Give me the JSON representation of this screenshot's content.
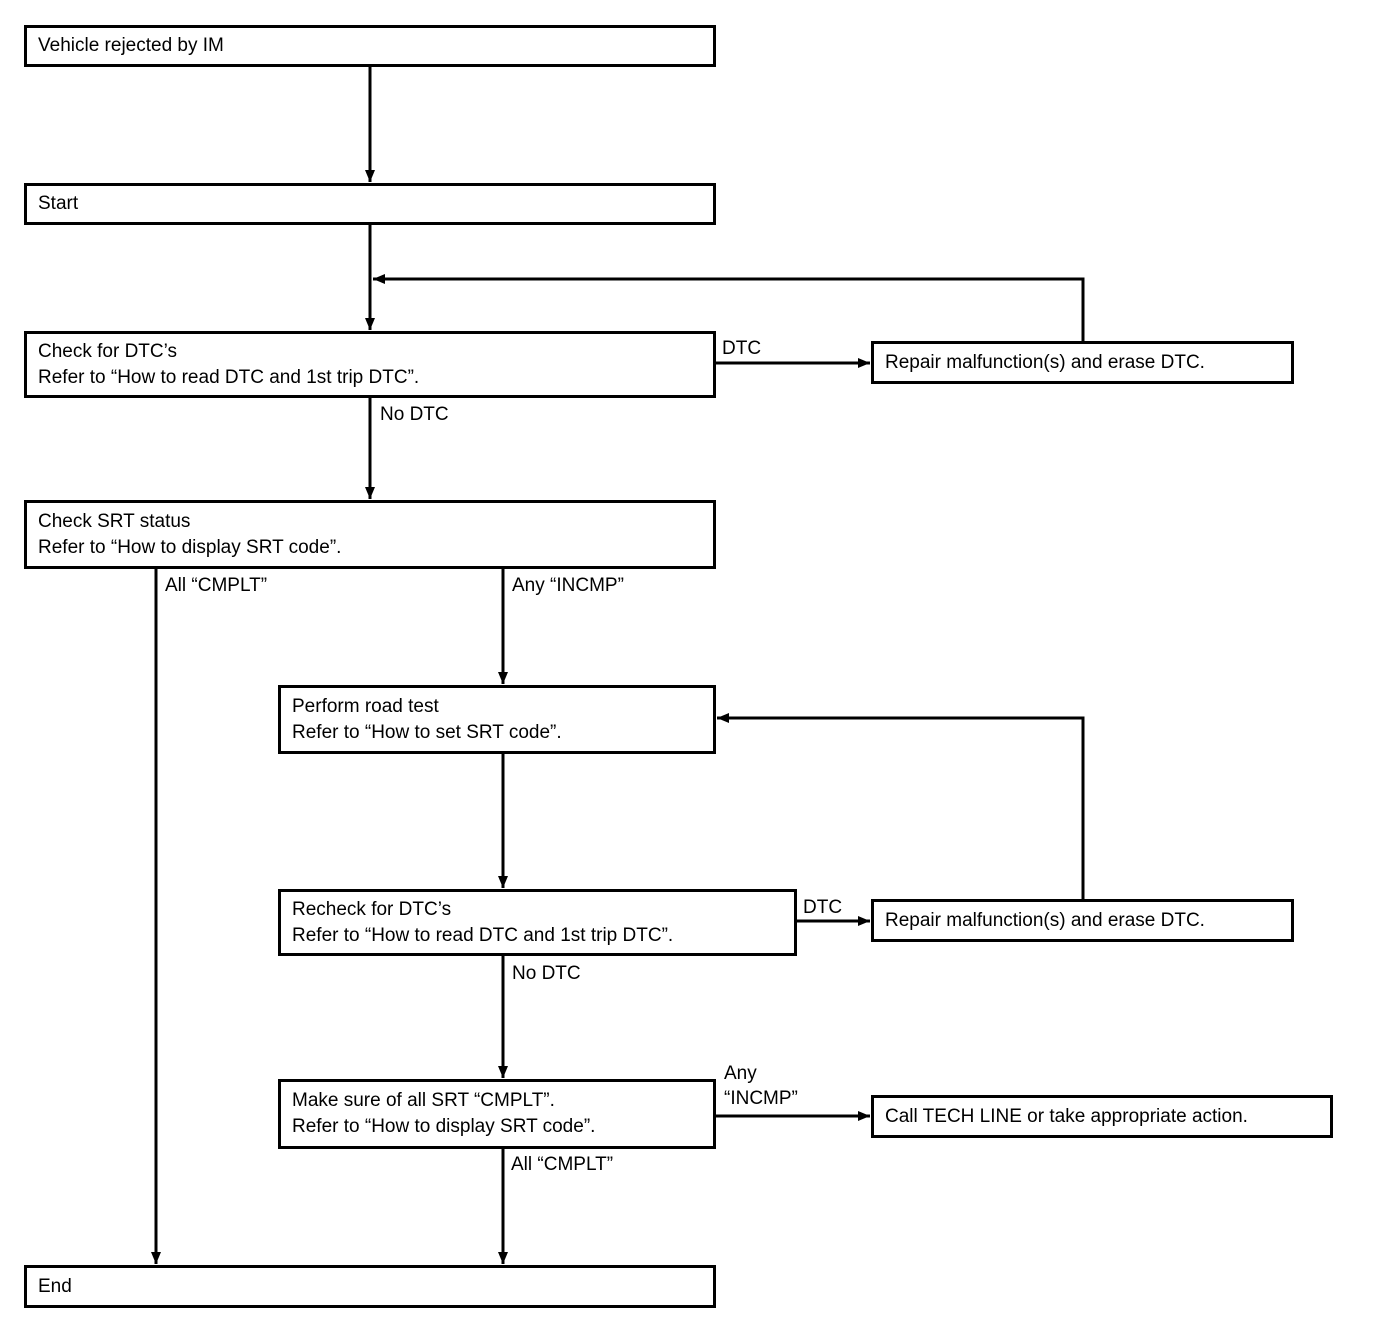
{
  "nodes": {
    "vehicle_rejected": {
      "lines": [
        "Vehicle rejected by IM"
      ]
    },
    "start": {
      "lines": [
        "Start"
      ]
    },
    "check_dtc": {
      "lines": [
        "Check for DTC’s",
        "Refer to “How to read DTC and 1st trip DTC”."
      ]
    },
    "repair_1": {
      "lines": [
        "Repair malfunction(s) and erase DTC."
      ]
    },
    "check_srt": {
      "lines": [
        "Check SRT status",
        "Refer to “How to display SRT code”."
      ]
    },
    "road_test": {
      "lines": [
        "Perform road test",
        "Refer to “How to set SRT code”."
      ]
    },
    "recheck_dtc": {
      "lines": [
        "Recheck for DTC’s",
        "Refer to “How to read DTC and 1st trip DTC”."
      ]
    },
    "repair_2": {
      "lines": [
        "Repair malfunction(s) and erase DTC."
      ]
    },
    "make_sure_srt": {
      "lines": [
        "Make sure of all SRT “CMPLT”.",
        "Refer to “How to display SRT code”."
      ]
    },
    "tech_line": {
      "lines": [
        "Call TECH LINE or take appropriate action."
      ]
    },
    "end": {
      "lines": [
        "End"
      ]
    }
  },
  "edge_labels": {
    "dtc_1": "DTC",
    "no_dtc_1": "No DTC",
    "all_cmplt_1": "All “CMPLT”",
    "any_incmp_1": "Any “INCMP”",
    "dtc_2": "DTC",
    "no_dtc_2": "No DTC",
    "any_incmp_2_line1": "Any",
    "any_incmp_2_line2": "“INCMP”",
    "all_cmplt_2": "All “CMPLT”"
  }
}
